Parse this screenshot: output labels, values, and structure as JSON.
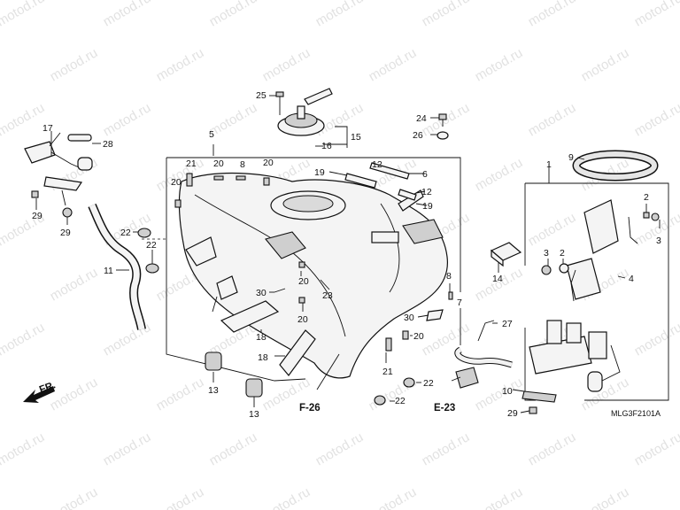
{
  "diagram": {
    "watermark": "motod.ru",
    "part_code": "MLG3F2101A",
    "front_indicator": "FR.",
    "section_refs": {
      "f26": "F-26",
      "e23": "E-23"
    },
    "callouts": {
      "n1": "1",
      "n2a": "2",
      "n2b": "2",
      "n3a": "3",
      "n3b": "3",
      "n4": "4",
      "n5": "5",
      "n6": "6",
      "n7": "7",
      "n8a": "8",
      "n8b": "8",
      "n9": "9",
      "n10": "10",
      "n11": "11",
      "n12a": "12",
      "n12b": "12",
      "n13a": "13",
      "n13b": "13",
      "n14": "14",
      "n15": "15",
      "n16": "16",
      "n17": "17",
      "n18a": "18",
      "n18b": "18",
      "n19a": "19",
      "n19b": "19",
      "n20a": "20",
      "n20b": "20",
      "n20c": "20",
      "n20d": "20",
      "n20e": "20",
      "n20f": "20",
      "n21a": "21",
      "n21b": "21",
      "n22a": "22",
      "n22b": "22",
      "n22c": "22",
      "n22d": "22",
      "n23": "23",
      "n24": "24",
      "n25": "25",
      "n26": "26",
      "n27": "27",
      "n28": "28",
      "n29a": "29",
      "n29b": "29",
      "n29c": "29",
      "n30a": "30",
      "n30b": "30"
    }
  }
}
